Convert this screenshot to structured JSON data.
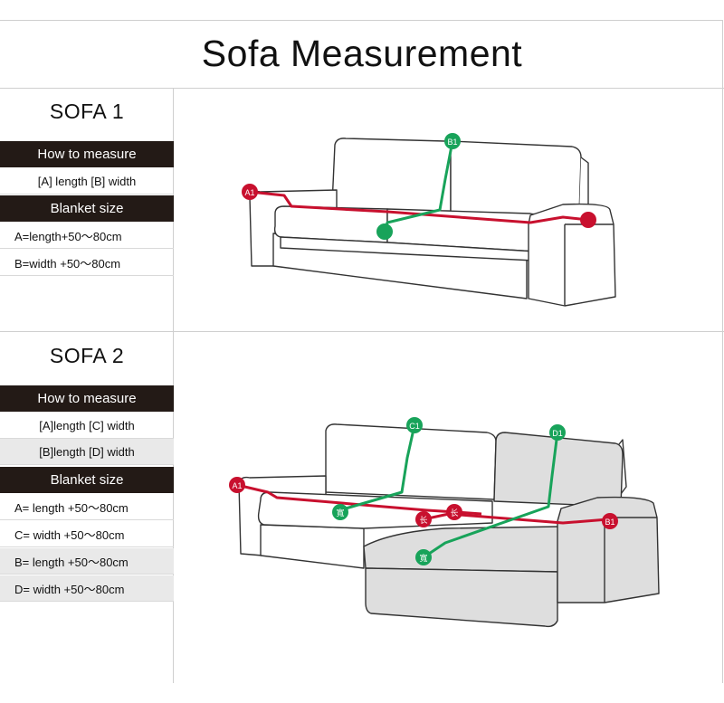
{
  "title": "Sofa Measurement",
  "sofa1": {
    "name": "SOFA 1",
    "how_to_measure": "How to measure",
    "measure_text": "[A] length [B] width",
    "blanket_size": "Blanket size",
    "rows": [
      "A=length+50～80cm",
      "B=width +50～80cm"
    ],
    "markers": {
      "a1": "A1",
      "b1": "B1"
    }
  },
  "sofa2": {
    "name": "SOFA 2",
    "how_to_measure": "How to measure",
    "measure_rows": [
      "[A]length [C] width",
      "[B]length [D] width"
    ],
    "blanket_size": "Blanket size",
    "rows": [
      "A= length +50～80cm",
      "C= width  +50～80cm",
      "B= length +50～80cm",
      "D= width  +50～80cm"
    ],
    "markers": {
      "a1": "A1",
      "b1": "B1",
      "c1": "C1",
      "d1": "D1",
      "wide": "寬",
      "long": "长"
    }
  },
  "colors": {
    "red": "#c8102e",
    "green": "#18a35a",
    "dark_header": "#231a16",
    "grey_fill": "#dedede"
  }
}
